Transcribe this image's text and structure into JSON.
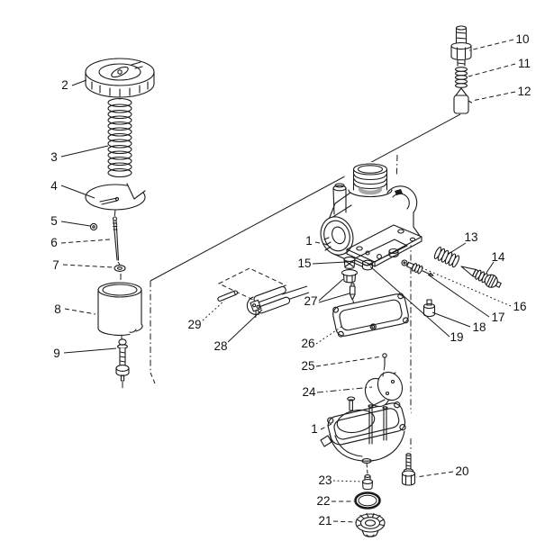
{
  "figure": {
    "type": "exploded-parts-diagram",
    "background": "#ffffff",
    "line_color": "#1a1a1a",
    "label_color": "#111111"
  },
  "callouts": {
    "c1_body": "1",
    "c1_bowl": "1",
    "c2": "2",
    "c3": "3",
    "c4": "4",
    "c5": "5",
    "c6": "6",
    "c7": "7",
    "c8": "8",
    "c9": "9",
    "c10": "10",
    "c11": "11",
    "c12": "12",
    "c13": "13",
    "c14": "14",
    "c15": "15",
    "c16": "16",
    "c17": "17",
    "c18": "18",
    "c19": "19",
    "c20": "20",
    "c21": "21",
    "c22": "22",
    "c23": "23",
    "c24": "24",
    "c25": "25",
    "c26": "26",
    "c27": "27",
    "c28": "28",
    "c29": "29"
  }
}
